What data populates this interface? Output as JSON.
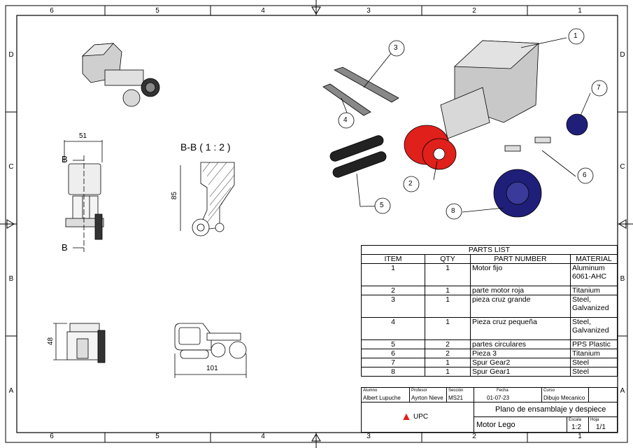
{
  "zones": {
    "top": [
      "6",
      "5",
      "4",
      "3",
      "2",
      "1"
    ],
    "bottom": [
      "6",
      "5",
      "4",
      "3",
      "2",
      "1"
    ],
    "left": [
      "D",
      "C",
      "B",
      "A"
    ],
    "right": [
      "D",
      "C",
      "B",
      "A"
    ]
  },
  "section_label": "B-B ( 1 : 2 )",
  "section_marker": "B",
  "dimensions": {
    "front_width": "51",
    "section_height": "85",
    "side_height": "48",
    "bottom_width": "101"
  },
  "balloons": [
    "1",
    "2",
    "3",
    "4",
    "5",
    "6",
    "7",
    "8"
  ],
  "parts_list": {
    "title": "PARTS LIST",
    "headers": [
      "ITEM",
      "QTY",
      "PART NUMBER",
      "MATERIAL"
    ],
    "rows": [
      {
        "item": "1",
        "qty": "1",
        "part": "Motor fijo",
        "material": "Aluminum 6061-AHC"
      },
      {
        "item": "2",
        "qty": "1",
        "part": "parte motor roja",
        "material": "Titanium"
      },
      {
        "item": "3",
        "qty": "1",
        "part": "pieza cruz grande",
        "material": "Steel, Galvanized"
      },
      {
        "item": "4",
        "qty": "1",
        "part": "Pieza cruz pequeña",
        "material": "Steel, Galvanized"
      },
      {
        "item": "5",
        "qty": "2",
        "part": "partes circulares",
        "material": "PPS Plastic"
      },
      {
        "item": "6",
        "qty": "2",
        "part": "Pieza 3",
        "material": "Titanium"
      },
      {
        "item": "7",
        "qty": "1",
        "part": "Spur Gear2",
        "material": "Steel"
      },
      {
        "item": "8",
        "qty": "1",
        "part": "Spur Gear1",
        "material": "Steel"
      }
    ]
  },
  "title_block": {
    "alumno_label": "Alumno",
    "alumno": "Albert Lupuche",
    "profesor_label": "Profesor",
    "profesor": "Ayrton Nieve",
    "seccion_label": "Sección",
    "seccion": "MS21",
    "fecha_label": "Fecha",
    "fecha": "01-07-23",
    "curso_label": "Curso",
    "curso": "Dibujo Mecanico",
    "logo": "UPC",
    "title": "Plano de ensamblaje y despiece",
    "subtitle": "Motor Lego",
    "escala_label": "Escala",
    "escala": "1:2",
    "hoja_label": "Hoja",
    "hoja": "1/1"
  },
  "colors": {
    "red": "#e0201b",
    "navy": "#1f1f7a",
    "gray": "#c8c8c8",
    "black": "#222222"
  }
}
